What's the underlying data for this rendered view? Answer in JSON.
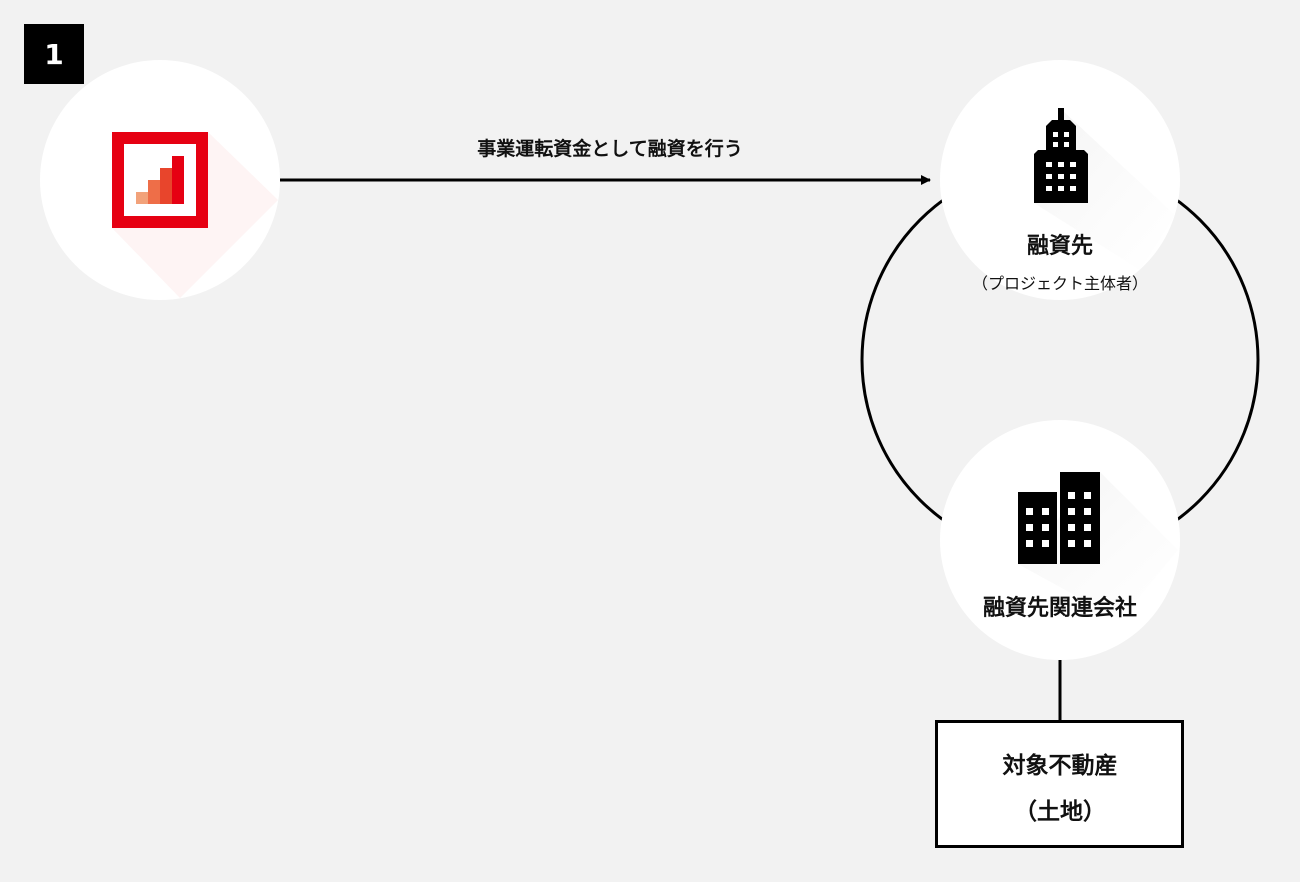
{
  "step_number": "1",
  "arrow_label": "事業運転資金として融資を行う",
  "borrower": {
    "title": "融資先",
    "subtitle": "（プロジェクト主体者）"
  },
  "related_company": {
    "title": "融資先関連会社"
  },
  "property": {
    "line1": "対象不動産",
    "line2": "（土地）"
  },
  "colors": {
    "brand_red": "#e60012",
    "bar1": "#f2a27a",
    "bar2": "#ee6e48",
    "bar3": "#e8452c",
    "bar4": "#e60012"
  }
}
